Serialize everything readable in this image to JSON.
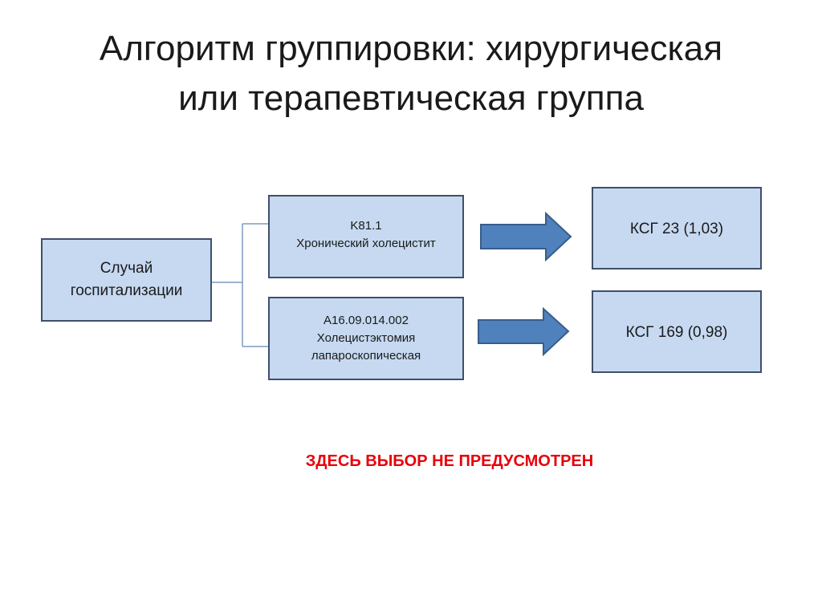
{
  "title": {
    "line1": "Алгоритм группировки: хирургическая",
    "line2": "или терапевтическая группа"
  },
  "boxes": {
    "case": {
      "line1": "Случай",
      "line2": "госпитализации"
    },
    "diagnosis": {
      "line1": "K81.1",
      "line2": "Хронический холецистит"
    },
    "procedure": {
      "line1": "A16.09.014.002",
      "line2": "Холецистэктомия",
      "line3": "лапароскопическая"
    },
    "ksg23": {
      "label": "КСГ 23 (1,03)"
    },
    "ksg169": {
      "label": "КСГ 169 (0,98)"
    }
  },
  "note": "ЗДЕСЬ ВЫБОР НЕ ПРЕДУСМОТРЕН",
  "colors": {
    "box_fill": "#c6d9f1",
    "box_border": "#3f4f69",
    "arrow_fill": "#4f81bd",
    "arrow_stroke": "#385d8a",
    "connector": "#7f9cc0",
    "note": "#e8000a"
  }
}
